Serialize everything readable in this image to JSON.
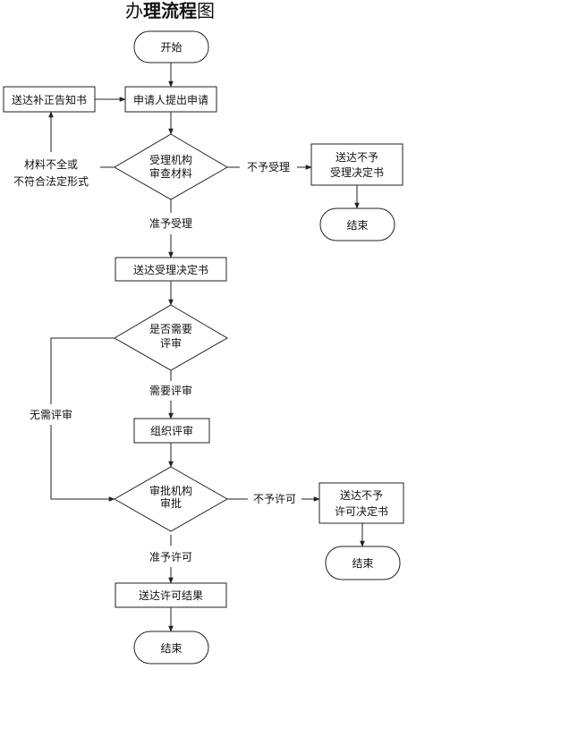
{
  "title": {
    "regular": "办",
    "bold": "理流程",
    "tail": "图"
  },
  "nodes": {
    "start": "开始",
    "apply": "申请人提出申请",
    "notice_correction": "送达补正告知书",
    "accept_decision": {
      "line1": "受理机构",
      "line2": "审查材料"
    },
    "reject_notice": {
      "line1": "送达不予",
      "line2": "受理决定书"
    },
    "end_reject_accept": "结束",
    "accept_notice": "送达受理决定书",
    "need_review": {
      "line1": "是否需要",
      "line2": "评审"
    },
    "organize_review": "组织评审",
    "approve_decision": {
      "line1": "审批机构",
      "line2": "审批"
    },
    "deny_permit_notice": {
      "line1": "送达不予",
      "line2": "许可决定书"
    },
    "end_deny": "结束",
    "permit_result": "送达许可结果",
    "end_final": "结束"
  },
  "edge_labels": {
    "incomplete": {
      "line1": "材料不全或",
      "line2": "不符合法定形式"
    },
    "not_accept": "不予受理",
    "accept": "准予受理",
    "need_review_yes": "需要评审",
    "no_review": "无需评审",
    "not_permit": "不予许可",
    "permit": "准予许可"
  }
}
